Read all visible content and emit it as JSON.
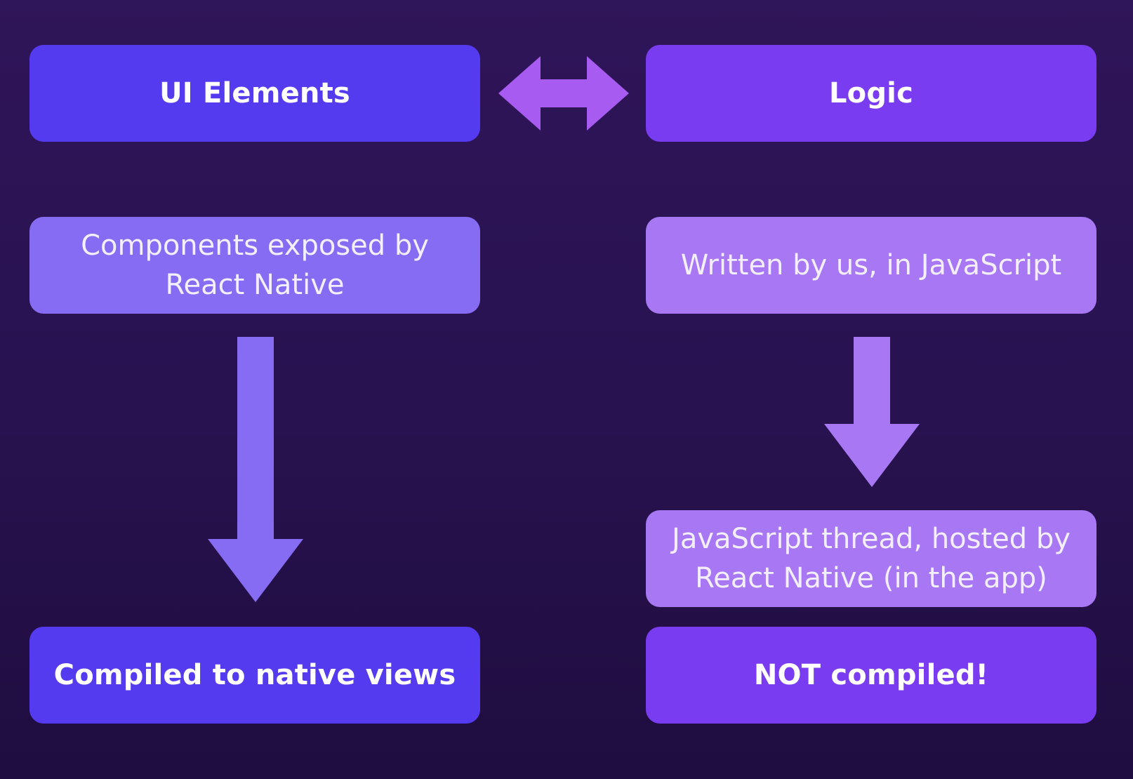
{
  "left_column": {
    "header": "UI Elements",
    "description": "Components exposed by React Native",
    "result": "Compiled to native views"
  },
  "right_column": {
    "header": "Logic",
    "description": "Written by us, in JavaScript",
    "runtime": "JavaScript thread, hosted by React Native (in the app)",
    "result": "NOT compiled!"
  },
  "colors": {
    "background": "#2a1352",
    "ui_primary": "#553bf0",
    "ui_secondary": "#866cf2",
    "logic_primary": "#7a3cf0",
    "logic_secondary": "#a777f4",
    "connector_arrow": "#a85bf0"
  },
  "icons": {
    "connector": "double-headed-arrow-icon",
    "flow_left": "down-arrow-icon",
    "flow_right": "down-arrow-icon"
  }
}
